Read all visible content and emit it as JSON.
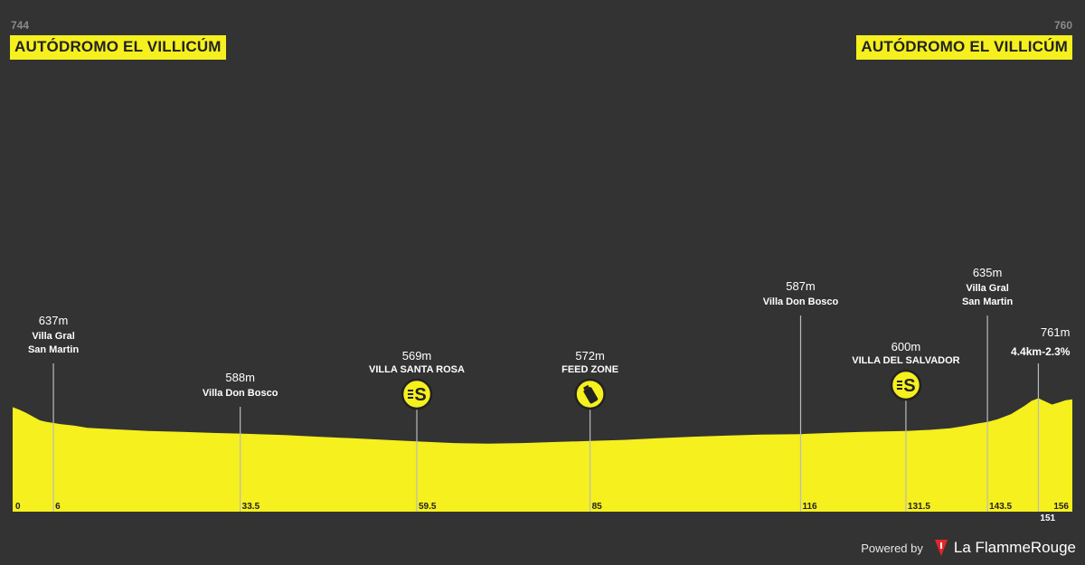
{
  "header": {
    "start_distance": "744",
    "start_name": "AUTÓDROMO EL VILLICÚM",
    "finish_distance": "760",
    "finish_name": "AUTÓDROMO EL VILLICÚM"
  },
  "footer": {
    "powered_by": "Powered by",
    "brand": "La FlammeRouge"
  },
  "colors": {
    "background": "#333333",
    "profile_fill": "#f5f01e",
    "marker_line": "#bbbbbb",
    "icon_fill": "#f5f01e",
    "icon_stroke": "#222222"
  },
  "chart_data": {
    "type": "area",
    "x_unit": "km",
    "y_unit": "m",
    "xlim": [
      0,
      156
    ],
    "profile": [
      [
        0,
        645
      ],
      [
        1,
        640
      ],
      [
        2,
        634
      ],
      [
        3,
        627
      ],
      [
        4,
        620
      ],
      [
        5,
        617
      ],
      [
        6,
        615
      ],
      [
        7,
        613
      ],
      [
        9,
        610
      ],
      [
        11,
        606
      ],
      [
        15,
        603
      ],
      [
        20,
        600
      ],
      [
        25,
        598
      ],
      [
        30,
        596
      ],
      [
        33.5,
        595
      ],
      [
        40,
        592
      ],
      [
        45,
        589
      ],
      [
        50,
        586
      ],
      [
        55,
        583
      ],
      [
        59.5,
        580
      ],
      [
        65,
        577
      ],
      [
        70,
        576
      ],
      [
        75,
        577
      ],
      [
        80,
        579
      ],
      [
        85,
        581
      ],
      [
        90,
        583
      ],
      [
        95,
        586
      ],
      [
        100,
        589
      ],
      [
        105,
        591
      ],
      [
        110,
        593
      ],
      [
        116,
        594
      ],
      [
        120,
        596
      ],
      [
        125,
        598
      ],
      [
        131.5,
        600
      ],
      [
        135,
        602
      ],
      [
        138,
        605
      ],
      [
        140,
        609
      ],
      [
        142,
        614
      ],
      [
        143.5,
        617
      ],
      [
        145,
        622
      ],
      [
        147,
        632
      ],
      [
        149,
        648
      ],
      [
        150,
        657
      ],
      [
        151,
        662
      ],
      [
        152,
        656
      ],
      [
        153,
        650
      ],
      [
        154,
        654
      ],
      [
        155,
        658
      ],
      [
        156,
        660
      ]
    ],
    "markers": [
      {
        "km": 6,
        "km_label": "6",
        "altitude": "637m",
        "name_lines": [
          "Villa Gral",
          "San Martin"
        ],
        "icon": null,
        "name_bold": true
      },
      {
        "km": 33.5,
        "km_label": "33.5",
        "altitude": "588m",
        "name_lines": [
          "Villa Don Bosco"
        ],
        "icon": null,
        "name_bold": true
      },
      {
        "km": 59.5,
        "km_label": "59.5",
        "altitude": "569m",
        "name_lines": [
          "VILLA SANTA ROSA"
        ],
        "icon": "sprint-icon",
        "name_bold": true
      },
      {
        "km": 85,
        "km_label": "85",
        "altitude": "572m",
        "name_lines": [
          "FEED ZONE"
        ],
        "icon": "feed-zone-bottle-icon",
        "name_bold": true
      },
      {
        "km": 116,
        "km_label": "116",
        "altitude": "587m",
        "name_lines": [
          "Villa Don Bosco"
        ],
        "icon": null,
        "name_bold": true
      },
      {
        "km": 131.5,
        "km_label": "131.5",
        "altitude": "600m",
        "name_lines": [
          "VILLA DEL SALVADOR"
        ],
        "icon": "sprint-icon",
        "name_bold": true
      },
      {
        "km": 143.5,
        "km_label": "143.5",
        "altitude": "635m",
        "name_lines": [
          "Villa Gral",
          "San Martin"
        ],
        "icon": null,
        "name_bold": true
      },
      {
        "km": 151,
        "km_label": "151",
        "altitude": "761m",
        "name_lines": [
          "4.4km-2.3%"
        ],
        "icon": null,
        "name_bold": true
      }
    ],
    "start_km_label": "0",
    "end_km_label": "156"
  }
}
